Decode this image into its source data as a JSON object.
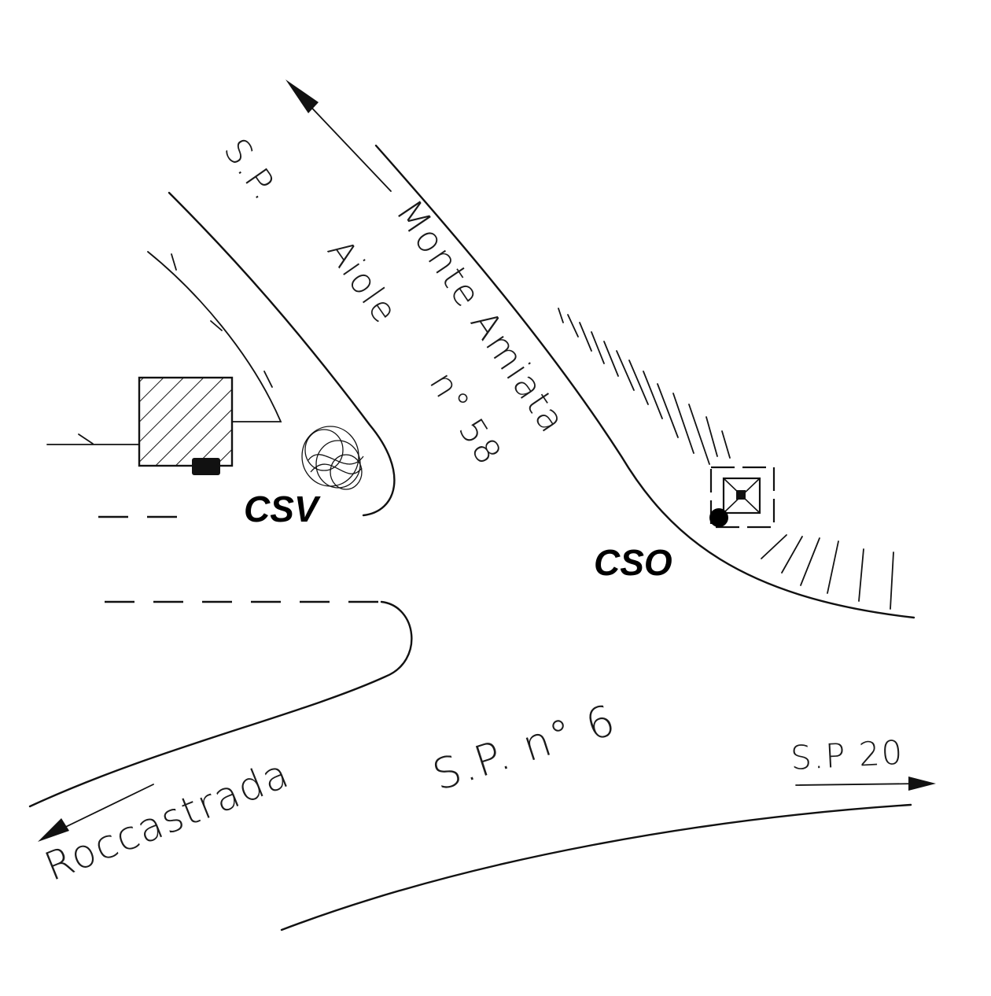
{
  "map": {
    "labels": {
      "sp_top": "S.P.",
      "aiole": "Aiole",
      "no58": "n° 58",
      "monte_amiata": "Monte Amiata",
      "roccastrada": "Roccastrada",
      "sp6": "S.P. n° 6",
      "sp20": "S.P 20",
      "csv": "CSV",
      "cso": "CSO"
    }
  }
}
